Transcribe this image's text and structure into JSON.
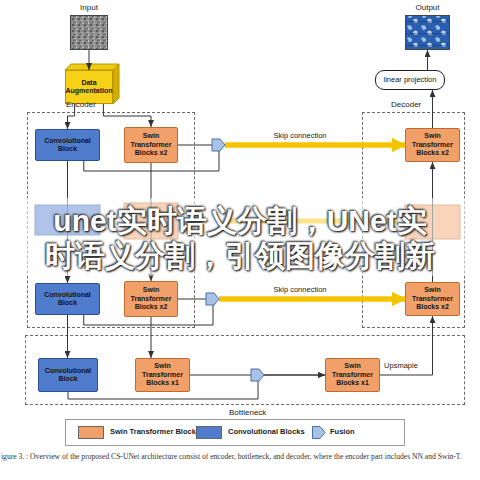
{
  "diagram": {
    "caption": "igure 3. : Overview of the proposed CS-UNet architecture consist of encoder, bottleneck, and decoder, where the encoder part includes NN and Swin-T.",
    "nodes": [
      {
        "text": [
          "Input"
        ]
      },
      {
        "text": [
          "Output"
        ]
      },
      {
        "text": [
          "Data Augmentation"
        ]
      },
      {
        "text": [
          "linear projection"
        ]
      },
      {
        "text": [
          "Encoder"
        ]
      },
      {
        "text": [
          "Convolutional Block"
        ],
        "in": 4
      },
      {
        "text": [
          "Swin Transformer Blocks x2"
        ],
        "in": 4
      },
      {
        "text": [
          "Decoder"
        ]
      },
      {
        "text": [
          "Swin Transformer Blocks x2"
        ],
        "in": 7
      },
      {
        "text": [
          "Convolutional Block"
        ],
        "in": 4
      },
      {
        "text": [
          "Swin Transformer Blocks x2"
        ],
        "in": 4
      },
      {
        "text": [
          "Swin Transformer Blocks x2"
        ],
        "in": 7
      },
      {
        "text": [
          "Bottleneck"
        ]
      },
      {
        "text": [
          "Convolutional Block"
        ],
        "in": 12
      },
      {
        "text": [
          "Swin Transformer Blocks x1"
        ],
        "in": 12
      },
      {
        "text": [
          "Swin Transformer Blocks x1"
        ],
        "in": 12
      }
    ],
    "edges": [
      {
        "from": 0,
        "to": 2,
        "arrow": "to"
      },
      {
        "from": 2,
        "to": 5,
        "arrow": "to"
      },
      {
        "from": 2,
        "to": 6,
        "arrow": "to"
      },
      {
        "from": 6,
        "to": 8,
        "arrow": "to",
        "label": "Skip connection"
      },
      {
        "from": 5,
        "to": 8,
        "arrow": "to"
      },
      {
        "from": 8,
        "to": 3,
        "arrow": "to"
      },
      {
        "from": 3,
        "to": 1,
        "arrow": "to"
      },
      {
        "from": 5,
        "to": 9,
        "arrow": "to"
      },
      {
        "from": 6,
        "to": 10,
        "arrow": "to"
      },
      {
        "from": 10,
        "to": 11,
        "arrow": "to",
        "label": "Skip connection"
      },
      {
        "from": 9,
        "to": 11,
        "arrow": "to"
      },
      {
        "from": 11,
        "to": 8,
        "arrow": "to"
      },
      {
        "from": 9,
        "to": 13,
        "arrow": "to"
      },
      {
        "from": 10,
        "to": 14,
        "arrow": "to"
      },
      {
        "from": 13,
        "to": 15,
        "arrow": "to"
      },
      {
        "from": 14,
        "to": 15,
        "arrow": "to"
      },
      {
        "from": 15,
        "to": 11,
        "arrow": "to",
        "label": "Upsmaple"
      }
    ],
    "labels": [
      "unet实时语义分割，UNet实时语义分割，引领图像分割新"
    ],
    "legend": [
      {
        "text": "Swin Transformer Blocks",
        "color": "#f0a068"
      },
      {
        "text": "Convolutional Blocks",
        "color": "#4f7ccc"
      },
      {
        "text": "Fusion"
      }
    ]
  }
}
